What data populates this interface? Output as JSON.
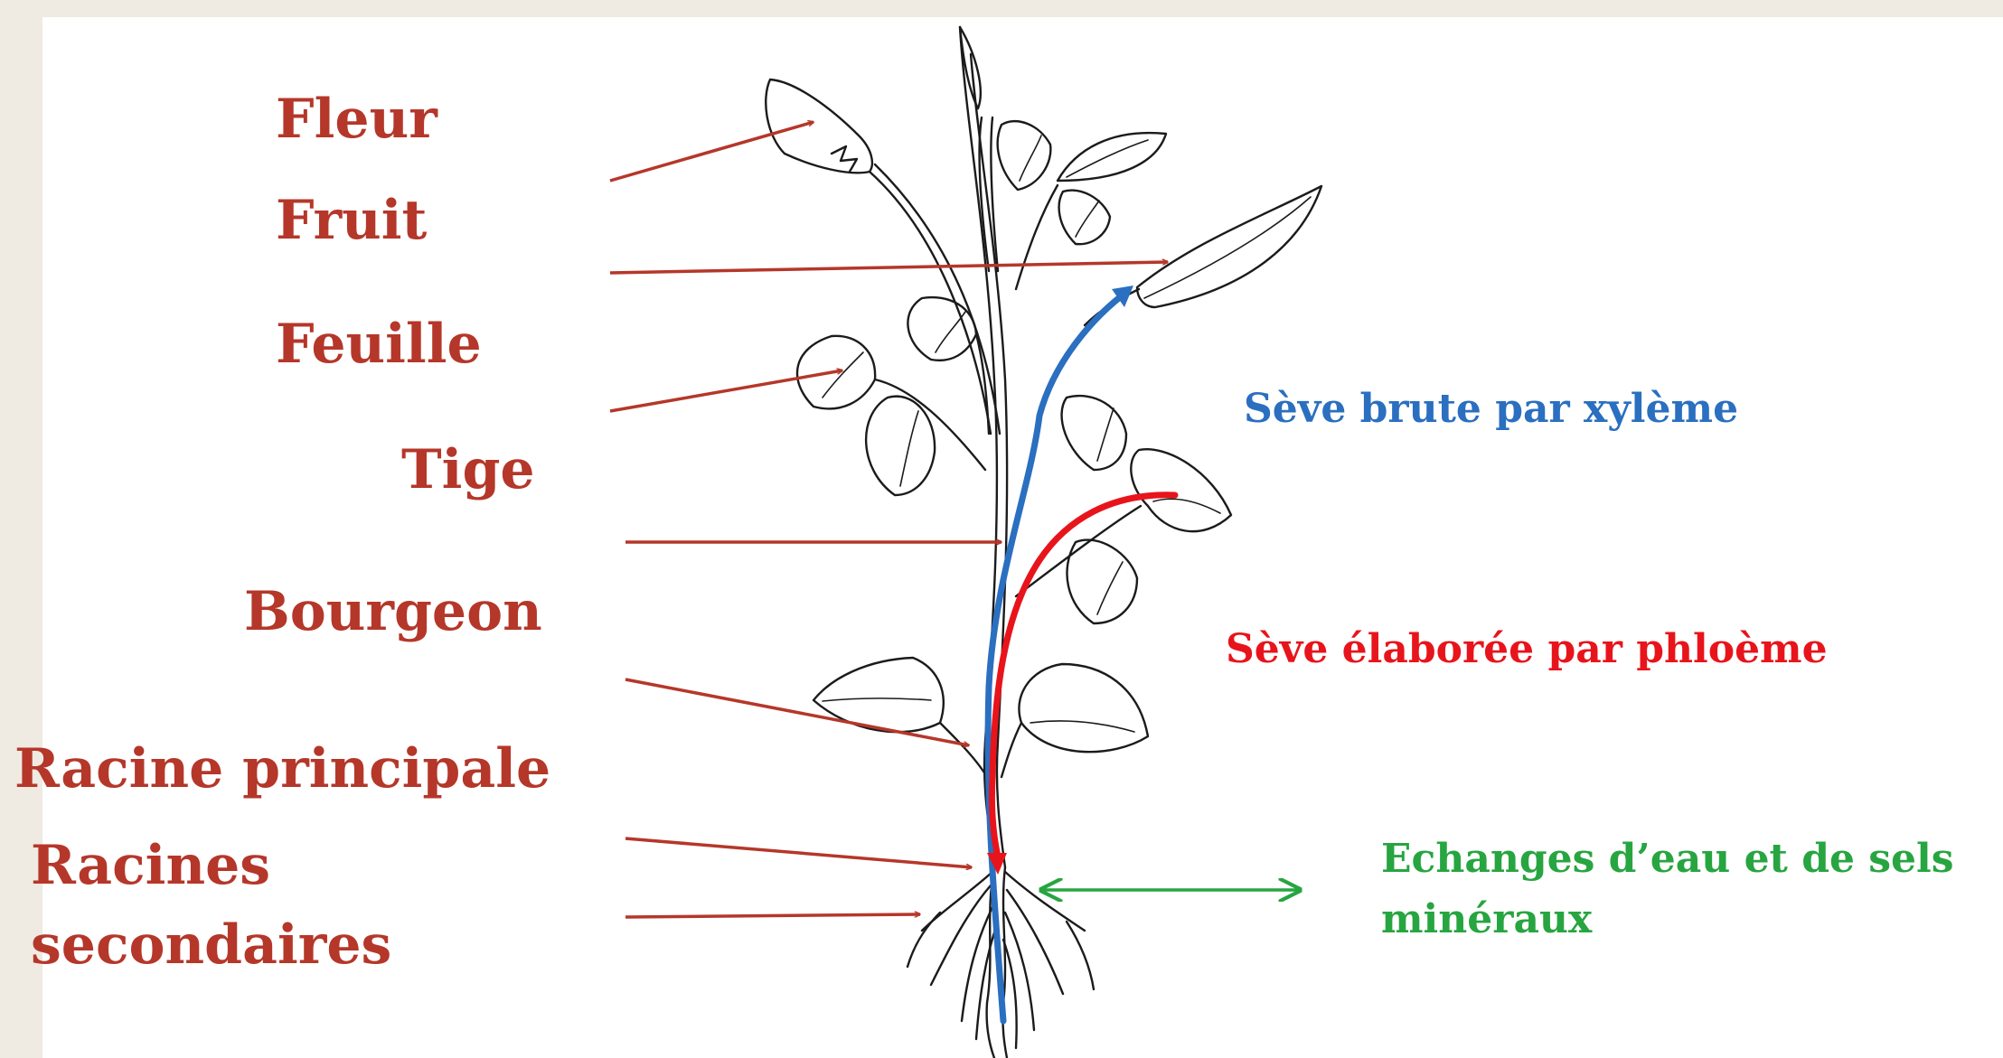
{
  "labels": {
    "fleur": "Fleur",
    "fruit": "Fruit",
    "feuille": "Feuille",
    "tige": "Tige",
    "bourgeon": "Bourgeon",
    "racine_principale": "Racine principale",
    "racines_line1": "Racines",
    "racines_line2": "secondaires"
  },
  "legend": {
    "xylem": "Sève brute par xylème",
    "phloem": "Sève élaborée par phloème",
    "exchange_line1": "Echanges d’eau et de sels",
    "exchange_line2": "minéraux"
  },
  "colors": {
    "label_text": "#b5372a",
    "pointer_arrow": "#b5372a",
    "xylem": "#2a6fc0",
    "phloem": "#e8141b",
    "exchange": "#27a540",
    "sketch": "#1b1b1b"
  }
}
